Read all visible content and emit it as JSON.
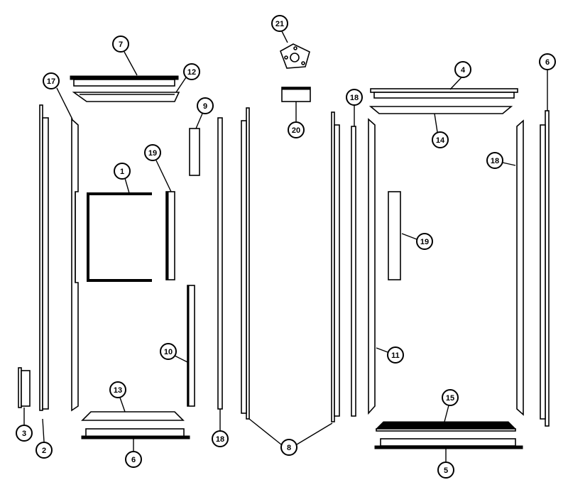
{
  "diagram": {
    "callouts": [
      {
        "label": "21"
      },
      {
        "label": "7"
      },
      {
        "label": "12"
      },
      {
        "label": "17"
      },
      {
        "label": "9"
      },
      {
        "label": "1"
      },
      {
        "label": "19"
      },
      {
        "label": "20"
      },
      {
        "label": "18"
      },
      {
        "label": "4"
      },
      {
        "label": "14"
      },
      {
        "label": "6"
      },
      {
        "label": "18"
      },
      {
        "label": "19"
      },
      {
        "label": "10"
      },
      {
        "label": "11"
      },
      {
        "label": "13"
      },
      {
        "label": "15"
      },
      {
        "label": "3"
      },
      {
        "label": "2"
      },
      {
        "label": "6"
      },
      {
        "label": "18"
      },
      {
        "label": "8"
      },
      {
        "label": "5"
      }
    ]
  }
}
